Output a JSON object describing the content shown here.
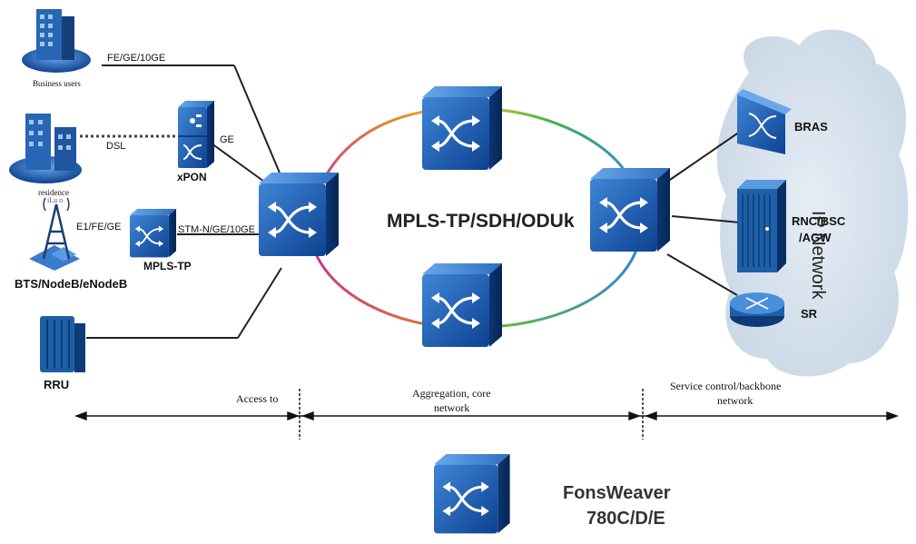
{
  "labels": {
    "business_users": "Business users",
    "fe_ge_10ge": "FE/GE/10GE",
    "dsl": "DSL",
    "ge": "GE",
    "xpon": "xPON",
    "residence": "residence",
    "tower_text": "iLu o",
    "e1_fe_ge": "E1/FE/GE",
    "stm_n": "STM-N/GE/10GE",
    "mpls_tp_small": "MPLS-TP",
    "bts": "BTS/NodeB/eNodeB",
    "rru": "RRU",
    "ring_label": "MPLS-TP/SDH/ODUk",
    "bras": "BRAS",
    "rnc_bsc": "RNC/BSC",
    "agw": "/AGW",
    "sr": "SR",
    "ip_network": "IP Network",
    "access_to": "Access to",
    "aggregation_1": "Aggregation, core",
    "aggregation_2": "network",
    "service_1": "Service control/backbone",
    "service_2": "network",
    "product_name": "FonsWeaver",
    "product_model": "780C/D/E"
  },
  "colors": {
    "device_blue": "#1f5fa8",
    "device_dark": "#0c3b78",
    "cloud": "#d8e3ee",
    "line": "#222222"
  }
}
